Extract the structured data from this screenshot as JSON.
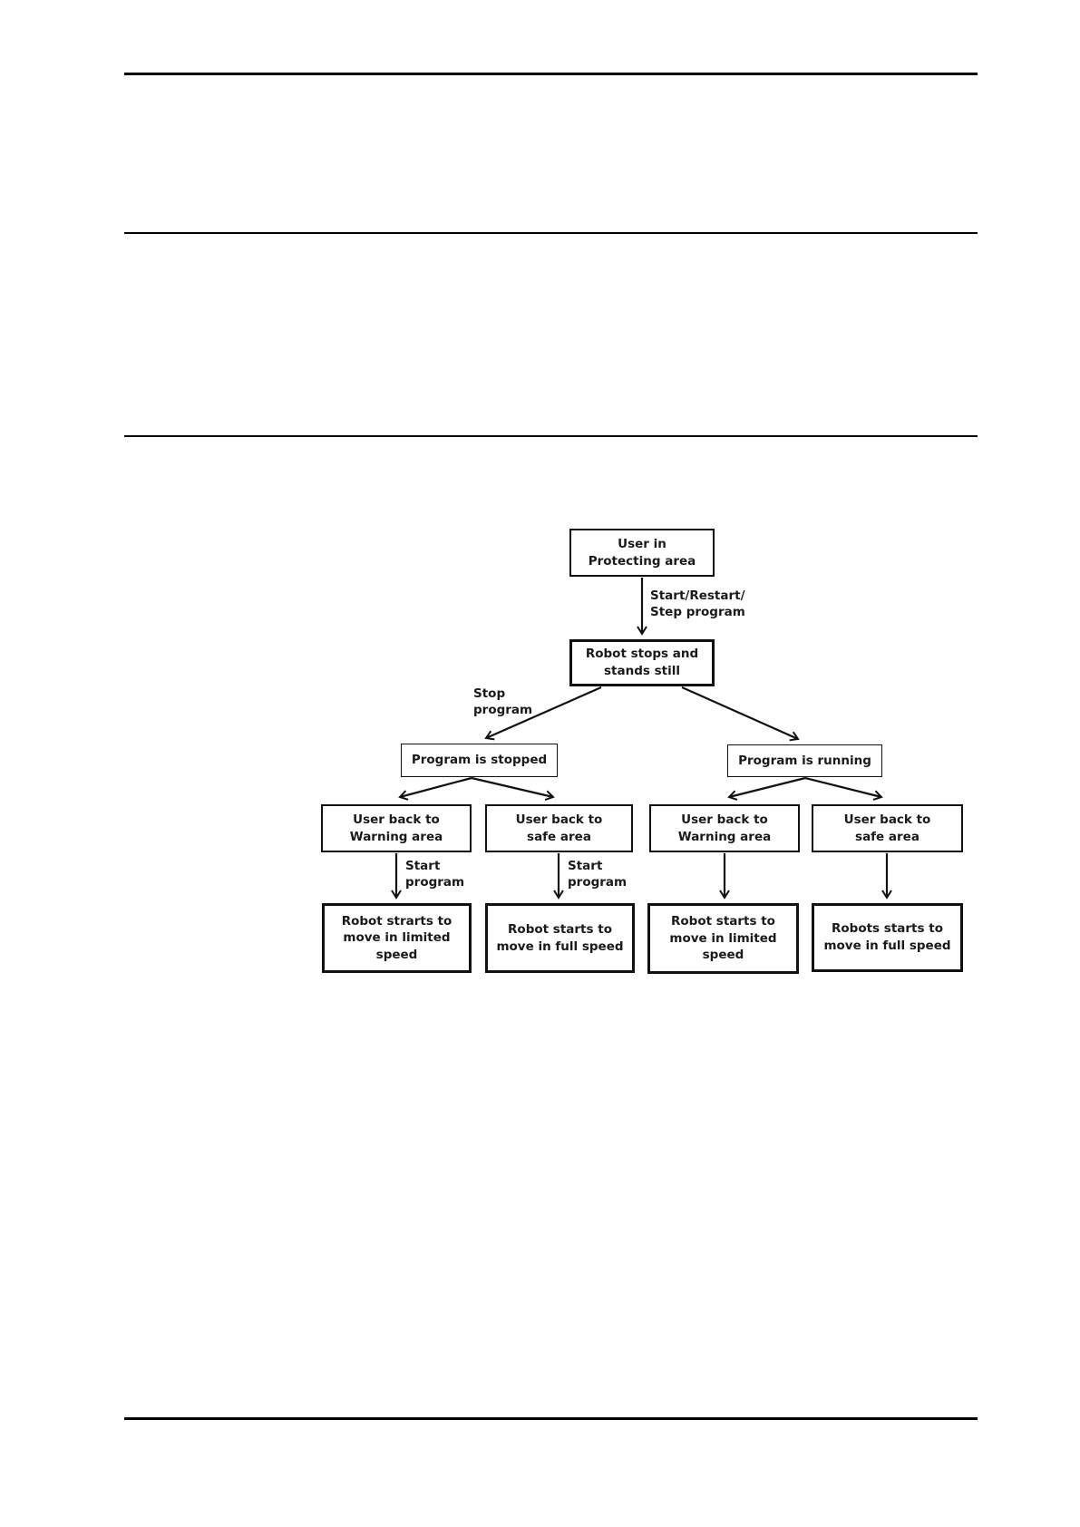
{
  "page": {
    "background": "#ffffff",
    "line_color": "#000000",
    "text_color": "#1a1a1a"
  },
  "diagram": {
    "nodes": {
      "user_protecting": {
        "label": "User in\nProtecting area"
      },
      "robot_stops": {
        "label": "Robot stops and\nstands still"
      },
      "program_stopped": {
        "label": "Program is stopped"
      },
      "program_running": {
        "label": "Program is running"
      },
      "user_back_warning_left": {
        "label": "User back to\nWarning area"
      },
      "user_back_safe_left": {
        "label": "User back to\nsafe area"
      },
      "user_back_warning_right": {
        "label": "User back to\nWarning area"
      },
      "user_back_safe_right": {
        "label": "User back to\nsafe area"
      },
      "robot_limited_left": {
        "label": "Robot strarts to\nmove in limited\nspeed"
      },
      "robot_full_left": {
        "label": "Robot starts to\nmove in full speed"
      },
      "robot_limited_right": {
        "label": "Robot starts to\nmove in limited\nspeed"
      },
      "robot_full_right": {
        "label": "Robots starts to\nmove in full speed"
      }
    },
    "edge_labels": {
      "start_restart_step": "Start/Restart/\nStep program",
      "stop_program": "Stop\nprogram",
      "start_program_left": "Start\nprogram",
      "start_program_mid": "Start\nprogram"
    }
  }
}
